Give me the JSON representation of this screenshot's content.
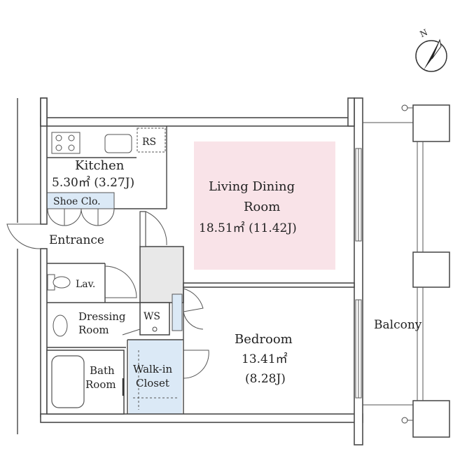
{
  "rooms": {
    "kitchen": {
      "name": "Kitchen",
      "area": "5.30㎡ (3.27J)"
    },
    "living": {
      "name_line1": "Living Dining",
      "name_line2": "Room",
      "area": "18.51㎡ (11.42J)"
    },
    "bedroom": {
      "name": "Bedroom",
      "area_line1": "13.41㎡",
      "area_line2": "(8.28J)"
    },
    "balcony": {
      "name": "Balcony"
    },
    "shoe_closet": {
      "name": "Shoe Clo."
    },
    "entrance": {
      "name": "Entrance"
    },
    "lavatory": {
      "name": "Lav."
    },
    "dressing": {
      "name_line1": "Dressing",
      "name_line2": "Room"
    },
    "ws": {
      "name": "WS"
    },
    "bath": {
      "name_line1": "Bath",
      "name_line2": "Room"
    },
    "walk_in": {
      "name_line1": "Walk-in",
      "name_line2": "Closet"
    },
    "rs": {
      "name": "RS"
    }
  },
  "compass": {
    "label": "N"
  },
  "colors": {
    "living_highlight": "#f9e3e8",
    "storage_highlight": "#dbe9f6",
    "wall_fill": "#6a6a6a"
  }
}
